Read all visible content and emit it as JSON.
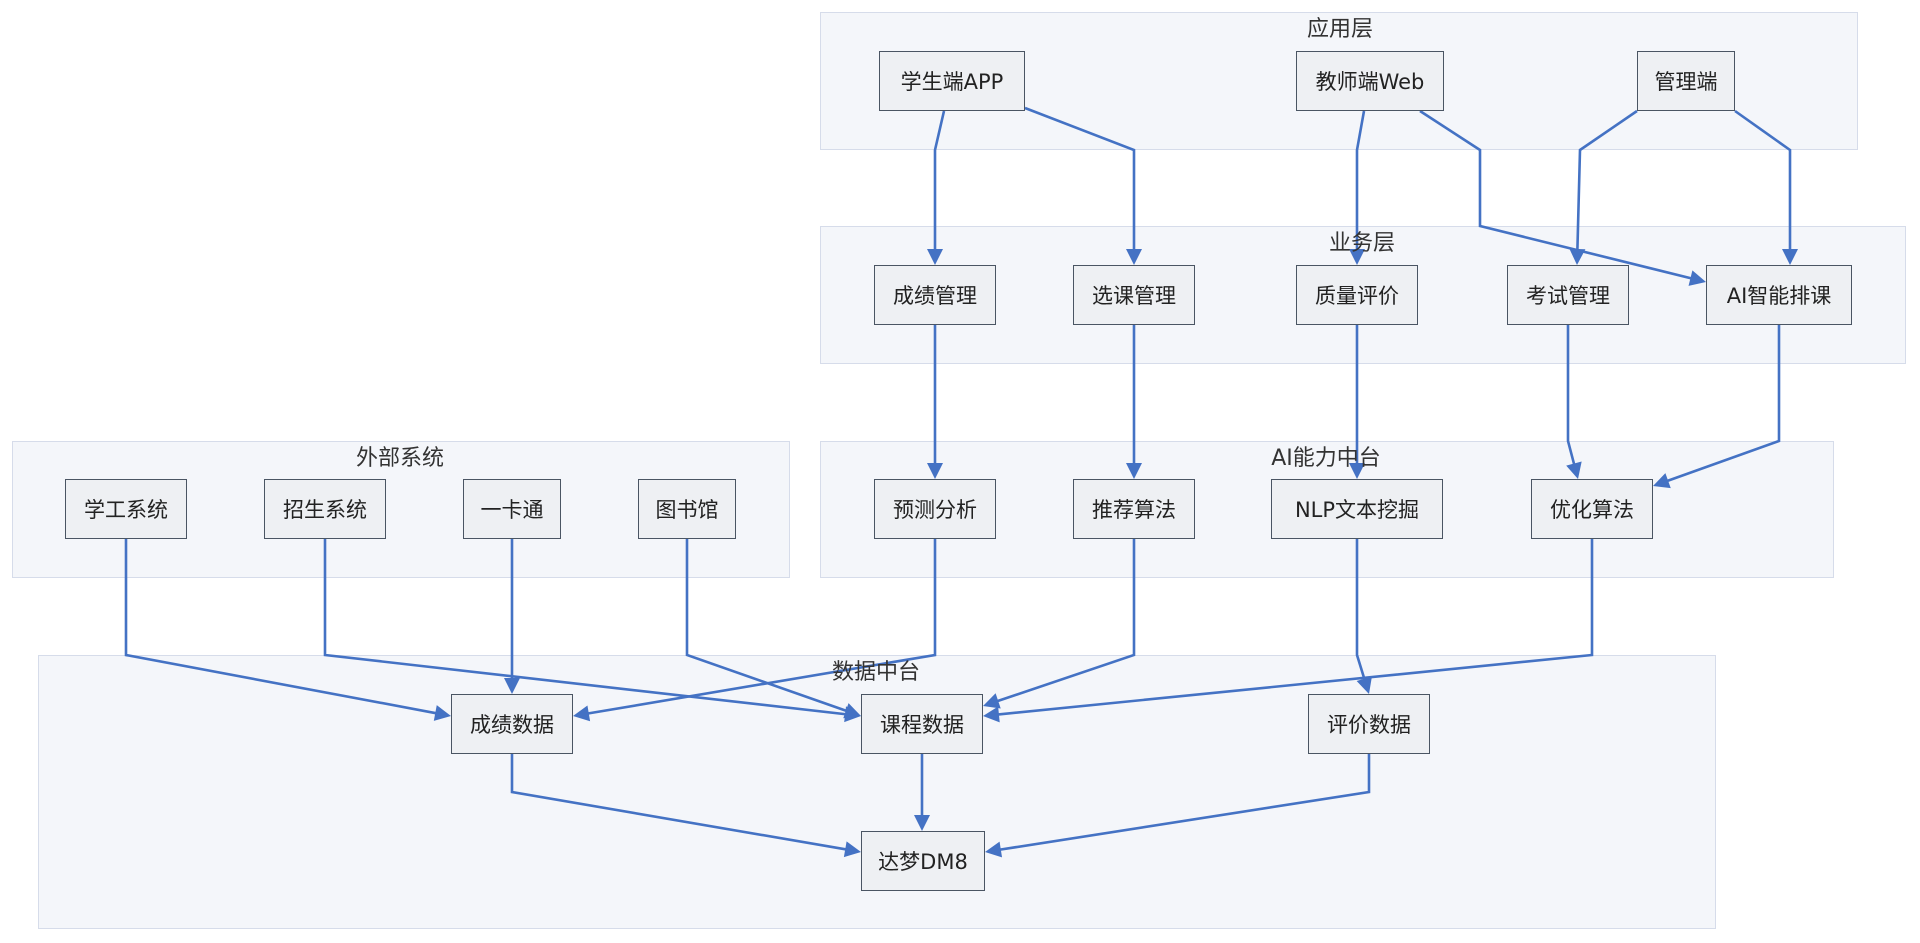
{
  "colors": {
    "edge": "#4472c4",
    "group_fill": "#f4f6fa",
    "group_border": "#d6dcea",
    "node_fill": "#eef0f3",
    "node_border": "#4a5563"
  },
  "groups": {
    "application": {
      "title": "应用层"
    },
    "business": {
      "title": "业务层"
    },
    "ai": {
      "title": "AI能力中台"
    },
    "external": {
      "title": "外部系统"
    },
    "data": {
      "title": "数据中台"
    }
  },
  "nodes": {
    "student_app": "学生端APP",
    "teacher_web": "教师端Web",
    "admin": "管理端",
    "grade_mgmt": "成绩管理",
    "course_select": "选课管理",
    "quality_eval": "质量评价",
    "exam_mgmt": "考试管理",
    "ai_schedule": "AI智能排课",
    "predict": "预测分析",
    "recommend": "推荐算法",
    "nlp": "NLP文本挖掘",
    "optimize": "优化算法",
    "student_affairs": "学工系统",
    "admission": "招生系统",
    "campus_card": "一卡通",
    "library": "图书馆",
    "grade_data": "成绩数据",
    "course_data": "课程数据",
    "eval_data": "评价数据",
    "dameng": "达梦DM8"
  },
  "edges": [
    [
      "student_app",
      "grade_mgmt"
    ],
    [
      "student_app",
      "course_select"
    ],
    [
      "teacher_web",
      "quality_eval"
    ],
    [
      "teacher_web",
      "ai_schedule"
    ],
    [
      "admin",
      "exam_mgmt"
    ],
    [
      "admin",
      "ai_schedule"
    ],
    [
      "grade_mgmt",
      "predict"
    ],
    [
      "course_select",
      "recommend"
    ],
    [
      "quality_eval",
      "nlp"
    ],
    [
      "exam_mgmt",
      "optimize"
    ],
    [
      "ai_schedule",
      "optimize"
    ],
    [
      "student_affairs",
      "grade_data"
    ],
    [
      "admission",
      "course_data"
    ],
    [
      "campus_card",
      "grade_data"
    ],
    [
      "library",
      "course_data"
    ],
    [
      "predict",
      "grade_data"
    ],
    [
      "recommend",
      "course_data"
    ],
    [
      "nlp",
      "eval_data"
    ],
    [
      "optimize",
      "course_data"
    ],
    [
      "grade_data",
      "dameng"
    ],
    [
      "course_data",
      "dameng"
    ],
    [
      "eval_data",
      "dameng"
    ]
  ]
}
